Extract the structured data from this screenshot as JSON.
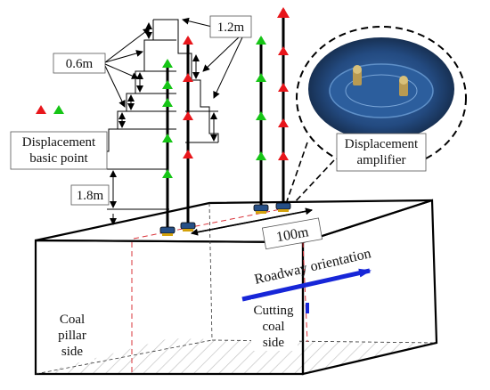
{
  "labels": {
    "spacing_upper": "0.6m",
    "spacing_right": "1.2m",
    "basic_point_line1": "Displacement",
    "basic_point_line2": "basic point",
    "depth_lower": "1.8m",
    "amplifier_line1": "Displacement",
    "amplifier_line2": "amplifier",
    "distance": "100m",
    "roadway": "Roadway orientation",
    "cutting_line1": "Cutting",
    "cutting_line2": "coal",
    "cutting_line3": "side",
    "pillar_line1": "Coal",
    "pillar_line2": "pillar",
    "pillar_line3": "side"
  },
  "colors": {
    "marker_red": "#e8161b",
    "marker_green": "#16c516",
    "arrow_blue": "#1726d8",
    "dashed_red": "#d9333a",
    "amplifier_blue": "#264f86"
  },
  "icons": {
    "marker_legend": "red-and-green-triangle-icons",
    "amplifier_photo": "displacement-amplifier-photo"
  }
}
